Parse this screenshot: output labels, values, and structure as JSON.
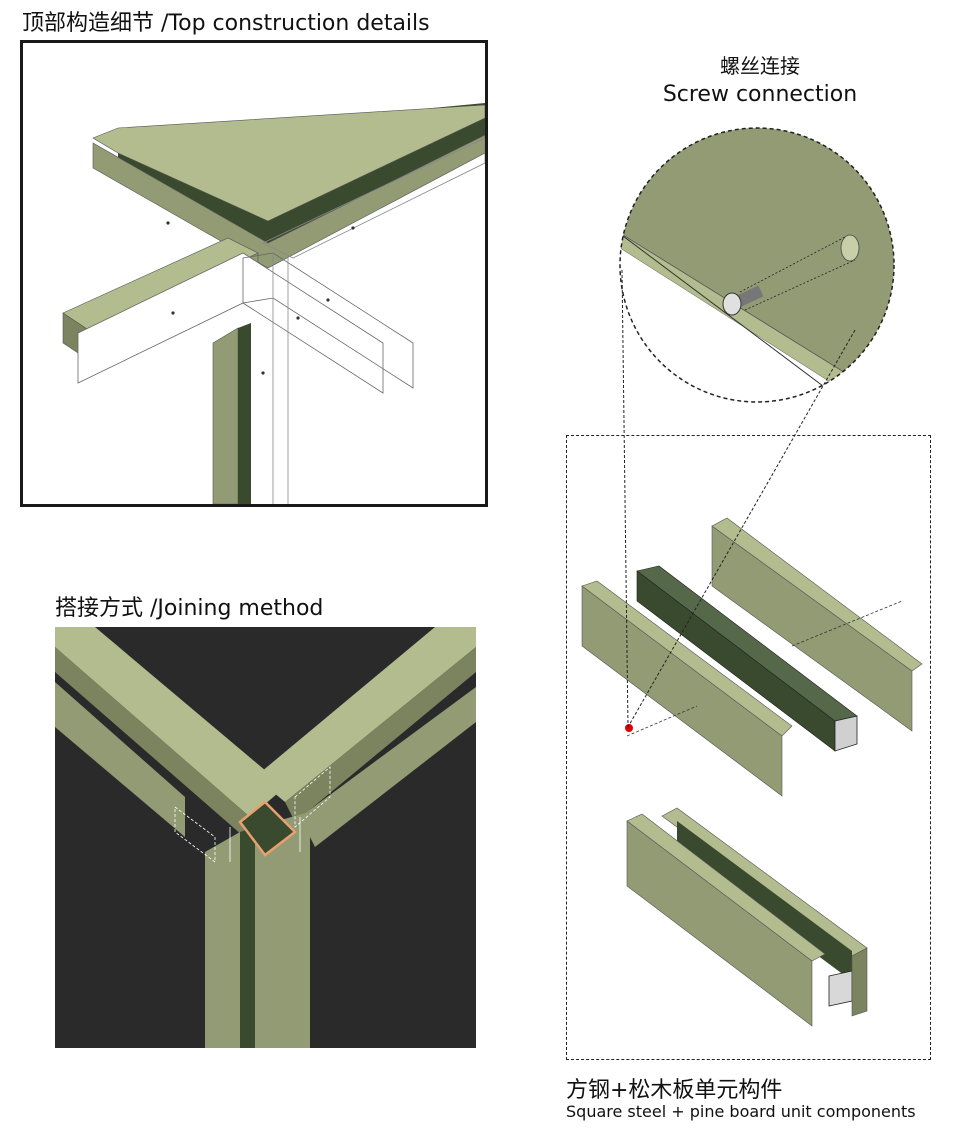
{
  "captions": {
    "top": "顶部构造细节 /Top construction details",
    "joining": "搭接方式 /Joining method",
    "screw_cn": "螺丝连接",
    "screw_en": "Screw connection",
    "unit_cn": "方钢+松木板单元构件",
    "unit_en": "Square steel + pine board unit components"
  },
  "colors": {
    "pine_board": "#929b74",
    "pine_board_light": "#b3bc8e",
    "pine_board_dark": "#7c845f",
    "steel_tube": "#3a4a2e",
    "steel_tube_light": "#56684a",
    "join_background": "#2a2a2a",
    "highlight": "#e8a070",
    "pin_marker": "#e00000"
  }
}
